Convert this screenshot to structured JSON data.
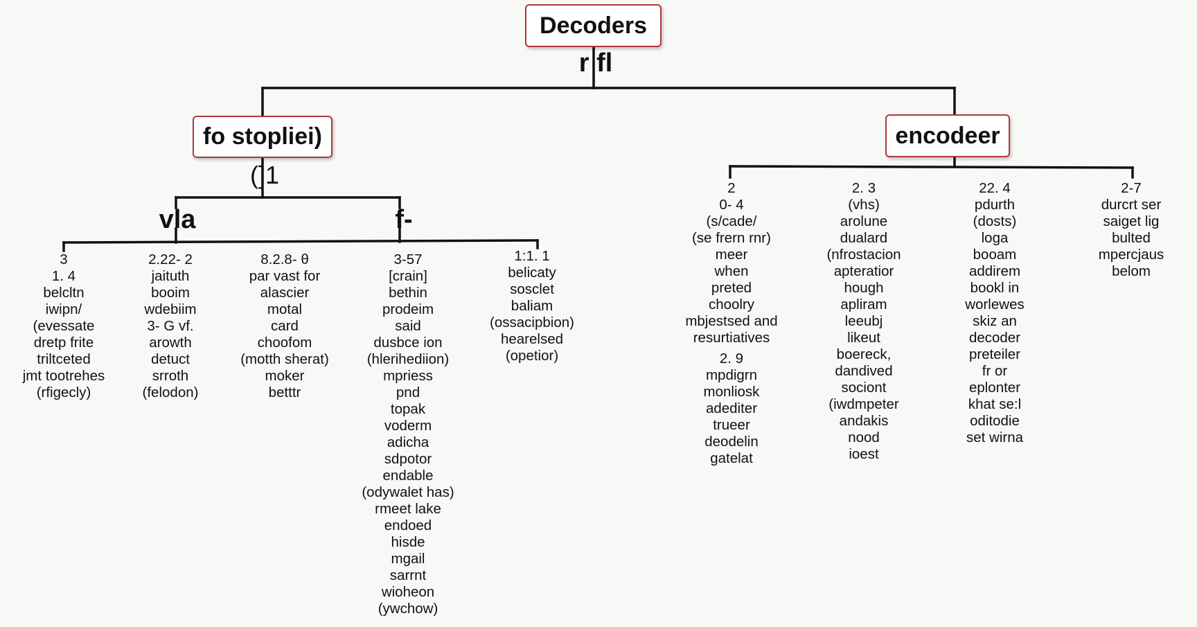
{
  "root": {
    "title": "Decoders",
    "sublabel": "r fl"
  },
  "left": {
    "title": "fo stopliei)",
    "sublabel": "(]1",
    "branches": [
      {
        "label": "vla"
      },
      {
        "label": "f-"
      }
    ],
    "leaves": [
      {
        "lines": [
          "3",
          "1. 4",
          "belcltn",
          "iwipn/",
          "(evessate",
          "dretp frite",
          "triltceted",
          "jmt tootrehes",
          "(rfigecly)"
        ]
      },
      {
        "lines": [
          "2.22- 2",
          "jaituth",
          "booim",
          "wdebiim",
          "3- G vf.",
          "arowth",
          "detuct",
          "srroth",
          "(felodon)"
        ]
      },
      {
        "lines": [
          "8.2.8- θ",
          "par vast for",
          "alascier",
          "motal",
          "card",
          "choofom",
          "(motth sherat)",
          "moker",
          "betttr"
        ]
      },
      {
        "lines": [
          "3-57",
          "[crain]",
          "bethin",
          "prodeim",
          "said",
          "dusbce ion",
          "(hlerihediion)",
          "mpriess",
          "pnd",
          "topak",
          "voderm",
          "adicha",
          "sdpotor",
          "endable",
          "(odywalet has)",
          "rmeet lake",
          "endoed",
          "hisde",
          "mgail",
          "sarrnt",
          "wioheon",
          "(ywchow)"
        ]
      },
      {
        "lines": [
          "1:1. 1",
          "belicaty",
          "sosclet",
          "baliam",
          "(ossacipbion)",
          "hearelsed",
          "(opetior)"
        ]
      }
    ]
  },
  "right": {
    "title": "encodeer",
    "leaves": [
      {
        "lines": [
          "2",
          "0- 4",
          "(s/cade/",
          "(se frern rnr)",
          "meer",
          "when",
          "preted",
          "choolry",
          "mbjestsed and",
          "resurtiatives"
        ],
        "extra": [
          "2. 9",
          "mpdigrn",
          "monliosk",
          "adediter",
          "trueer",
          "deodelin",
          "gatelat"
        ]
      },
      {
        "lines": [
          "2. 3",
          "(vhs)",
          "arolune",
          "dualard",
          "(nfrostacion",
          "apteratior",
          "hough",
          "apliram",
          "leeubj",
          "likeut",
          "boereck,",
          "dandived",
          "sociont",
          "(iwdmpeter",
          "andakis",
          "nood",
          "ioest"
        ]
      },
      {
        "lines": [
          "22. 4",
          "pdurth",
          "(dosts)",
          "loga",
          "booam",
          "addirem",
          "bookl in",
          "worlewes",
          "skiz an",
          "decoder",
          "preteiler",
          "fr or",
          "eplonter",
          "khat se:l",
          "oditodie",
          "set wirna"
        ]
      },
      {
        "lines": [
          "2-7",
          "durcrt ser",
          "saiget lig",
          "bulted",
          "mpercjaus",
          "belom"
        ]
      }
    ]
  }
}
